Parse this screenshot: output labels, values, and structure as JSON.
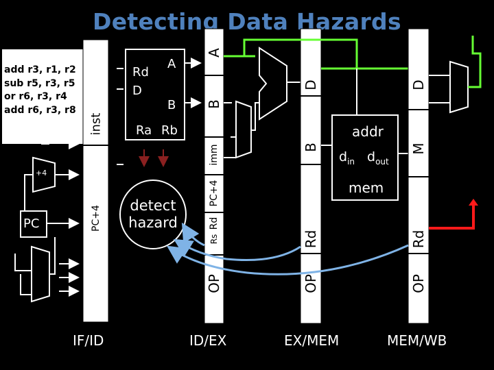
{
  "title": "Detecting Data Hazards",
  "code_lines": [
    "add r3, r1, r2",
    "sub r5, r3, r5",
    "or r6, r3, r4",
    "add r6, r3, r8"
  ],
  "if_id": {
    "inst": "inst",
    "pcplus4": "PC+4",
    "plus4": "+4",
    "pc": "PC"
  },
  "regfile": {
    "rd": "Rd",
    "d": "D",
    "a": "A",
    "b": "B",
    "ra": "Ra",
    "rb": "Rb"
  },
  "detect": {
    "line1": "detect",
    "line2": "hazard"
  },
  "id_ex": {
    "a": "A",
    "b": "B",
    "imm": "imm",
    "pcplus4": "PC+4",
    "rd": "Rd",
    "rs": "Rs",
    "op": "OP"
  },
  "ex_mem": {
    "d": "D",
    "b": "B",
    "rd": "Rd",
    "op": "OP"
  },
  "mem": {
    "addr": "addr",
    "din": "d",
    "din_sub": "in",
    "dout": "d",
    "dout_sub": "out",
    "label": "mem"
  },
  "mem_wb": {
    "d": "D",
    "m": "M",
    "rd": "Rd",
    "op": "OP"
  },
  "stages": [
    "IF/ID",
    "ID/EX",
    "EX/MEM",
    "MEM/WB"
  ],
  "colors": {
    "title": "#4f81bd",
    "green": "#66ff33",
    "red": "#ff1a1a",
    "blue": "#7fb3e6",
    "dark_red": "#8b2020"
  }
}
